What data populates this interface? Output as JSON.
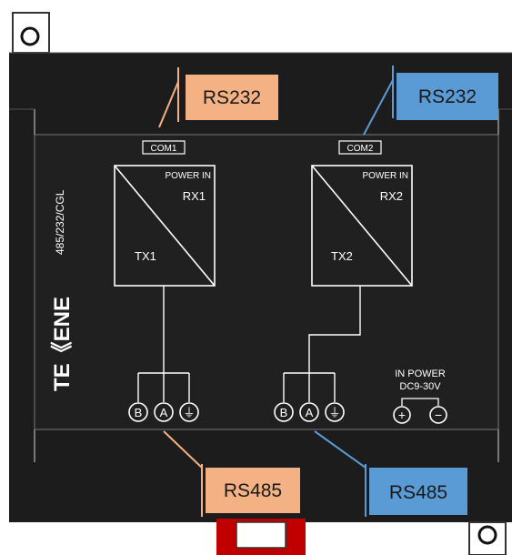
{
  "device": {
    "brand": "TE《ENE",
    "model": "485/232/CGL"
  },
  "channels": [
    {
      "port": "COM1",
      "power_label": "POWER IN",
      "rx": "RX1",
      "tx": "TX1",
      "terminals": [
        "B",
        "A",
        "⏚"
      ]
    },
    {
      "port": "COM2",
      "power_label": "POWER IN",
      "rx": "RX2",
      "tx": "TX2",
      "terminals": [
        "B",
        "A",
        "⏚"
      ]
    }
  ],
  "power": {
    "line1": "IN POWER",
    "line2": "DC9-30V",
    "plus": "+",
    "minus": "−"
  },
  "callouts": {
    "left_top": "RS232",
    "right_top": "RS232",
    "left_bottom": "RS485",
    "right_bottom": "RS485"
  },
  "colors": {
    "device_body": "#1c1c1c",
    "device_panel": "#222222",
    "orange_box": "#f4b183",
    "blue_box": "#5b9bd5",
    "clip_red": "#c00000"
  },
  "icons": {
    "mount_hole": "circle-hole-icon",
    "ground": "ground-icon"
  }
}
